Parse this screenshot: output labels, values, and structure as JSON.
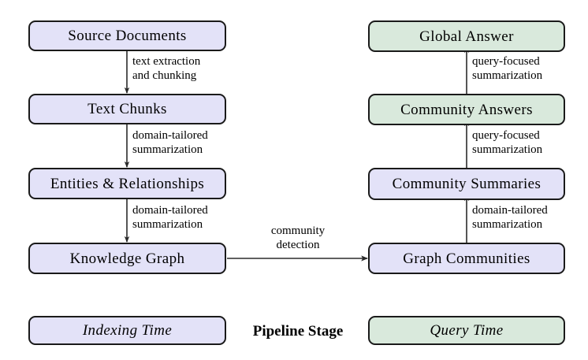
{
  "figure": {
    "title": "GraphRAG pipeline diagram",
    "colors": {
      "indexing_fill": "#e3e2f8",
      "query_fill": "#d9e9dc",
      "stroke": "#1a1a1a",
      "background": "#ffffff"
    }
  },
  "nodes": {
    "source_documents": "Source Documents",
    "text_chunks": "Text Chunks",
    "entities_relationships": "Entities & Relationships",
    "knowledge_graph": "Knowledge Graph",
    "graph_communities": "Graph Communities",
    "community_summaries": "Community Summaries",
    "community_answers": "Community Answers",
    "global_answer": "Global Answer"
  },
  "edges": {
    "text_extraction": {
      "line1": "text extraction",
      "line2": "and chunking"
    },
    "domain_summarization_1": {
      "line1": "domain-tailored",
      "line2": "summarization"
    },
    "domain_summarization_2": {
      "line1": "domain-tailored",
      "line2": "summarization"
    },
    "community_detection": {
      "line1": "community",
      "line2": "detection"
    },
    "domain_summarization_3": {
      "line1": "domain-tailored",
      "line2": "summarization"
    },
    "query_summarization_1": {
      "line1": "query-focused",
      "line2": "summarization"
    },
    "query_summarization_2": {
      "line1": "query-focused",
      "line2": "summarization"
    }
  },
  "legend": {
    "indexing_time": "Indexing Time",
    "pipeline_stage": "Pipeline Stage",
    "query_time": "Query Time"
  }
}
